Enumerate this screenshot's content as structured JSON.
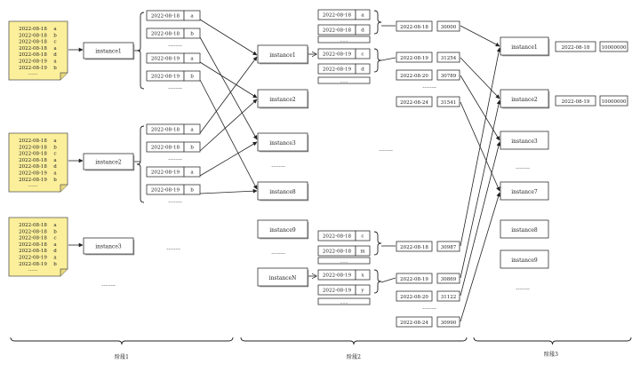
{
  "files": [
    {
      "rows": [
        [
          "2022-08-18",
          "a"
        ],
        [
          "2022-08-18",
          "b"
        ],
        [
          "2022-08-18",
          "c"
        ],
        [
          "2022-08-18",
          "a"
        ],
        [
          "2022-08-18",
          "d"
        ],
        [
          "2022-08-19",
          "a"
        ],
        [
          "2022-08-19",
          "b"
        ]
      ],
      "more": "……"
    },
    {
      "rows": [
        [
          "2022-08-18",
          "a"
        ],
        [
          "2022-08-18",
          "b"
        ],
        [
          "2022-08-18",
          "c"
        ],
        [
          "2022-08-18",
          "a"
        ],
        [
          "2022-08-18",
          "d"
        ],
        [
          "2022-08-19",
          "a"
        ],
        [
          "2022-08-19",
          "b"
        ]
      ],
      "more": "……"
    },
    {
      "rows": [
        [
          "2022-08-18",
          "a"
        ],
        [
          "2022-08-18",
          "b"
        ],
        [
          "2022-08-18",
          "c"
        ],
        [
          "2022-08-18",
          "a"
        ],
        [
          "2022-08-18",
          "d"
        ],
        [
          "2022-08-19",
          "a"
        ],
        [
          "2022-08-19",
          "b"
        ]
      ],
      "more": "……"
    }
  ],
  "stage1_instances": [
    "instance1",
    "instance2",
    "instance3"
  ],
  "stage1_dots": "……..",
  "map_groups": [
    {
      "rows": [
        [
          "2022-08-18",
          "a"
        ],
        [
          "2022-08-18",
          "b"
        ],
        [
          "2022-08-19",
          "a"
        ],
        [
          "2022-08-19",
          "b"
        ]
      ]
    },
    {
      "rows": [
        [
          "2022-08-18",
          "a"
        ],
        [
          "2022-08-18",
          "b"
        ],
        [
          "2022-08-19",
          "a"
        ],
        [
          "2022-08-19",
          "b"
        ]
      ]
    }
  ],
  "mid_instances": [
    "instance1",
    "instance2",
    "instance3",
    "instance8",
    "instance9",
    "instanceN"
  ],
  "mid_dots": "……..",
  "reduce_groups": [
    {
      "rows": [
        [
          "2022-08-18",
          "a"
        ],
        [
          "2022-08-18",
          "d"
        ],
        [
          "2022-08-19",
          "c"
        ],
        [
          "2022-08-19",
          "d"
        ]
      ]
    },
    {
      "rows": [
        [
          "2022-08-18",
          "c"
        ],
        [
          "2022-08-18",
          "m"
        ],
        [
          "2022-08-19",
          "x"
        ],
        [
          "2022-08-19",
          "y"
        ]
      ]
    }
  ],
  "center_dots": "……..",
  "counts_top": [
    [
      "2022-08-18",
      "30000"
    ],
    [
      "2022-08-19",
      "31254"
    ],
    [
      "2022-08-20",
      "30789"
    ],
    [
      "2022-08-24",
      "31541"
    ]
  ],
  "counts_bottom": [
    [
      "2022-08-18",
      "30987"
    ],
    [
      "2022-08-19",
      "30869"
    ],
    [
      "2022-08-20",
      "31122"
    ],
    [
      "2022-08-24",
      "30990"
    ]
  ],
  "final_instances": [
    "instance1",
    "instance2",
    "instance3",
    "instance7",
    "instance8",
    "instance9"
  ],
  "final_dots": "……..",
  "results": [
    [
      "2022-08-18",
      "10000000"
    ],
    [
      "2022-08-19",
      "10000000"
    ]
  ],
  "stages": [
    "阶段1",
    "阶段2",
    "阶段3"
  ]
}
